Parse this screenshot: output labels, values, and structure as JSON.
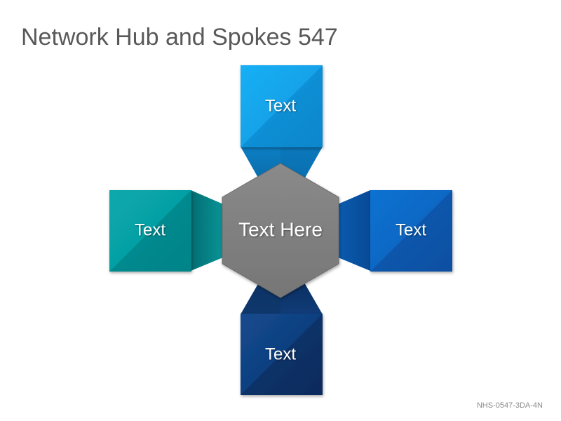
{
  "title": "Network Hub and Spokes 547",
  "hub": {
    "label": "Text Here",
    "color": "#808080"
  },
  "spokes": [
    {
      "id": "top",
      "label": "Text",
      "color": "#1aa3e8"
    },
    {
      "id": "left",
      "label": "Text",
      "color": "#0aa3a8"
    },
    {
      "id": "right",
      "label": "Text",
      "color": "#0b66c2"
    },
    {
      "id": "bottom",
      "label": "Text",
      "color": "#0f3e7a"
    }
  ],
  "footer_code": "NHS-0547-3DA-4N"
}
